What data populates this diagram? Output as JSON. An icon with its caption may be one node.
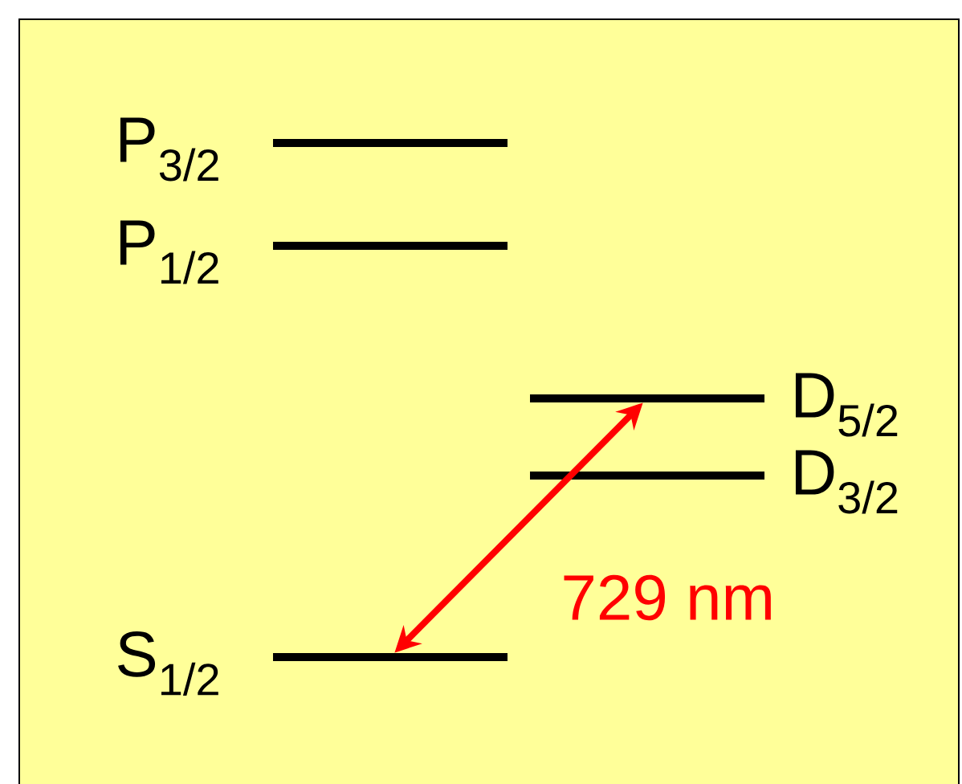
{
  "diagram": {
    "nodes": [
      {
        "text": [
          "P$_{3/2}$"
        ]
      },
      {
        "text": [
          "P$_{1/2}$"
        ]
      },
      {
        "text": [
          "D$_{5/2}$"
        ]
      },
      {
        "text": [
          "D$_{3/2}$"
        ]
      },
      {
        "text": [
          "S$_{1/2}$"
        ]
      }
    ],
    "edges": [
      {
        "from": 4,
        "to": 2,
        "arrow": "both",
        "label": "729 nm",
        "color": "#ff0000"
      }
    ]
  }
}
